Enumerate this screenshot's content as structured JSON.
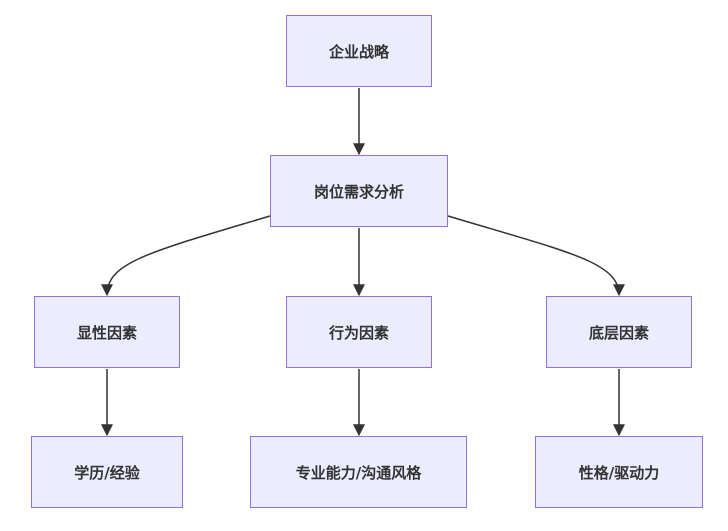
{
  "diagram": {
    "nodes": {
      "strategy": "企业战略",
      "analysis": "岗位需求分析",
      "explicit": "显性因素",
      "behavior": "行为因素",
      "deep": "底层因素",
      "edu": "学历/经验",
      "skill": "专业能力/沟通风格",
      "drive": "性格/驱动力"
    },
    "edges": [
      {
        "from": "strategy",
        "to": "analysis"
      },
      {
        "from": "analysis",
        "to": "explicit"
      },
      {
        "from": "analysis",
        "to": "behavior"
      },
      {
        "from": "analysis",
        "to": "deep"
      },
      {
        "from": "explicit",
        "to": "edu"
      },
      {
        "from": "behavior",
        "to": "skill"
      },
      {
        "from": "deep",
        "to": "drive"
      }
    ],
    "colors": {
      "node_fill": "#ECECFF",
      "node_border": "#9370DB",
      "edge": "#333333",
      "text": "#333333"
    }
  }
}
